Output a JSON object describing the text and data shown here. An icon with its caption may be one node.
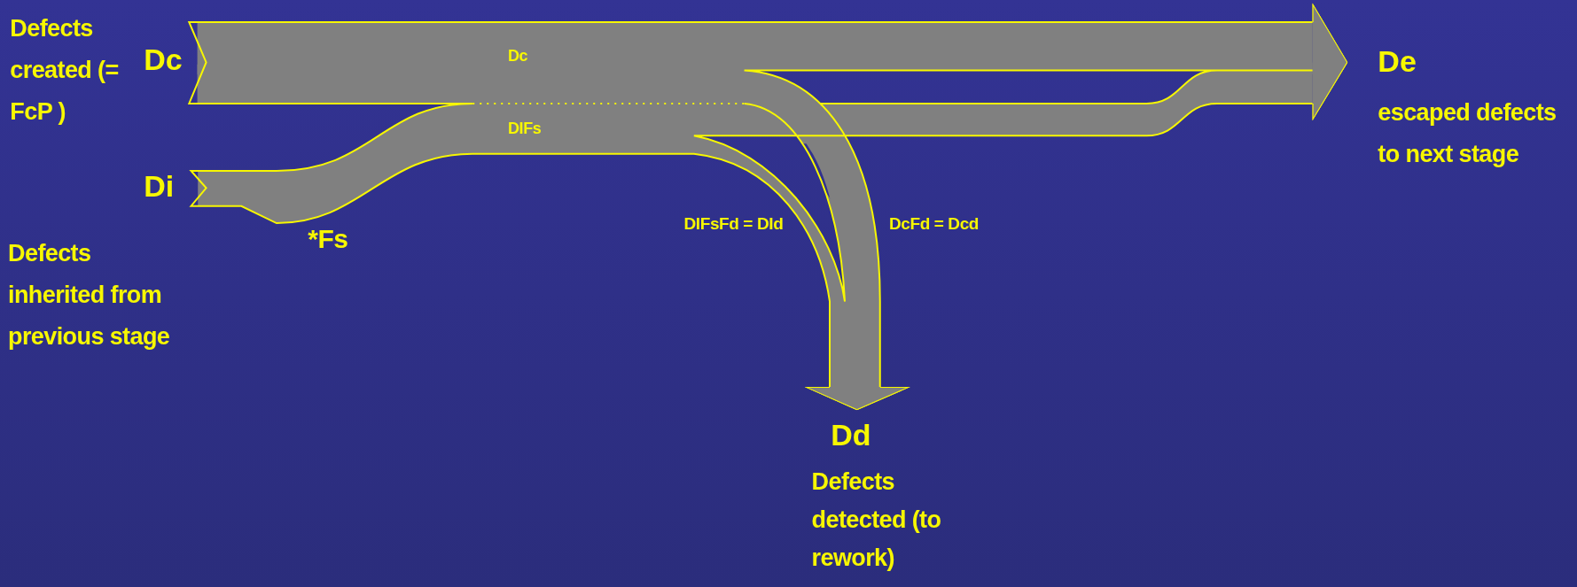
{
  "diagram": {
    "nodes": [
      {
        "text": [
          "Dc"
        ],
        "beside": [
          "Defects created (= FcP )"
        ]
      },
      {
        "text": [
          "Di"
        ],
        "beside": [
          "Defects inherited from previous stage"
        ]
      },
      {
        "text": [
          "De"
        ],
        "beside": [
          "escaped defects to next stage"
        ]
      },
      {
        "text": [
          "Dd"
        ],
        "beside": [
          "Defects detected (to rework)"
        ]
      }
    ],
    "edges": [
      {
        "from": 0,
        "to": 2,
        "arrow": "to"
      },
      {
        "from": 1,
        "to": 2,
        "arrow": "to"
      },
      {
        "from": 0,
        "to": 3,
        "arrow": "to",
        "label": "DcFd = Dcd"
      },
      {
        "from": 1,
        "to": 3,
        "arrow": "to",
        "label": "DIFsFd = DId"
      }
    ],
    "labels": [
      "Dc",
      "DIFs",
      "*Fs"
    ]
  }
}
